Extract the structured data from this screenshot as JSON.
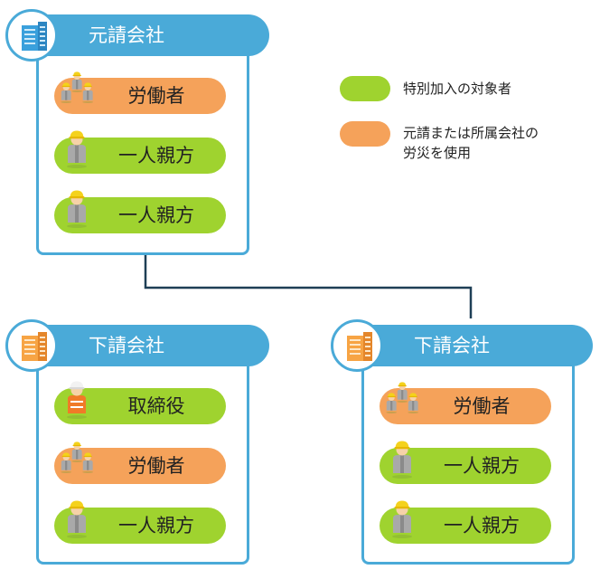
{
  "colors": {
    "frame_blue": "#4aaad8",
    "special_join_green": "#9fd32f",
    "prime_contractor_orange": "#f5a25a"
  },
  "legend": {
    "green_label": "特別加入の対象者",
    "orange_label": "元請または所属会社の\n労災を使用"
  },
  "companies": {
    "main": {
      "title": "元請会社",
      "icon": "building-blue-icon",
      "members": [
        {
          "label": "労働者",
          "category": "orange",
          "icon": "worker-group-icon"
        },
        {
          "label": "一人親方",
          "category": "green",
          "icon": "worker-helmet-icon"
        },
        {
          "label": "一人親方",
          "category": "green",
          "icon": "worker-helmet-icon"
        }
      ]
    },
    "sub_left": {
      "title": "下請会社",
      "icon": "building-orange-icon",
      "members": [
        {
          "label": "取締役",
          "category": "green",
          "icon": "director-vest-icon"
        },
        {
          "label": "労働者",
          "category": "orange",
          "icon": "worker-group-icon"
        },
        {
          "label": "一人親方",
          "category": "green",
          "icon": "worker-helmet-icon"
        }
      ]
    },
    "sub_right": {
      "title": "下請会社",
      "icon": "building-orange-icon",
      "members": [
        {
          "label": "労働者",
          "category": "orange",
          "icon": "worker-group-icon"
        },
        {
          "label": "一人親方",
          "category": "green",
          "icon": "worker-helmet-icon"
        },
        {
          "label": "一人親方",
          "category": "green",
          "icon": "worker-helmet-icon"
        }
      ]
    }
  }
}
